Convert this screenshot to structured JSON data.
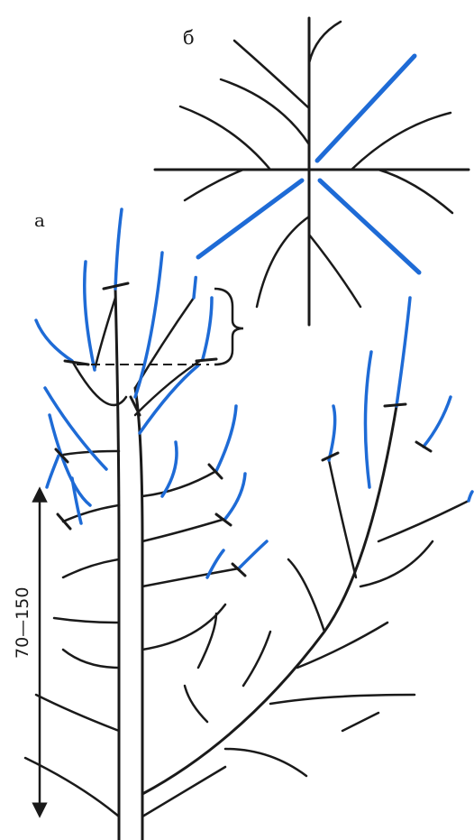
{
  "labels": {
    "figure_a": "а",
    "figure_b": "б",
    "height_range": "70—150"
  },
  "colors": {
    "old_wood": "#1a1a1a",
    "young_shoots": "#1e6bd6",
    "background": "#ffffff"
  }
}
